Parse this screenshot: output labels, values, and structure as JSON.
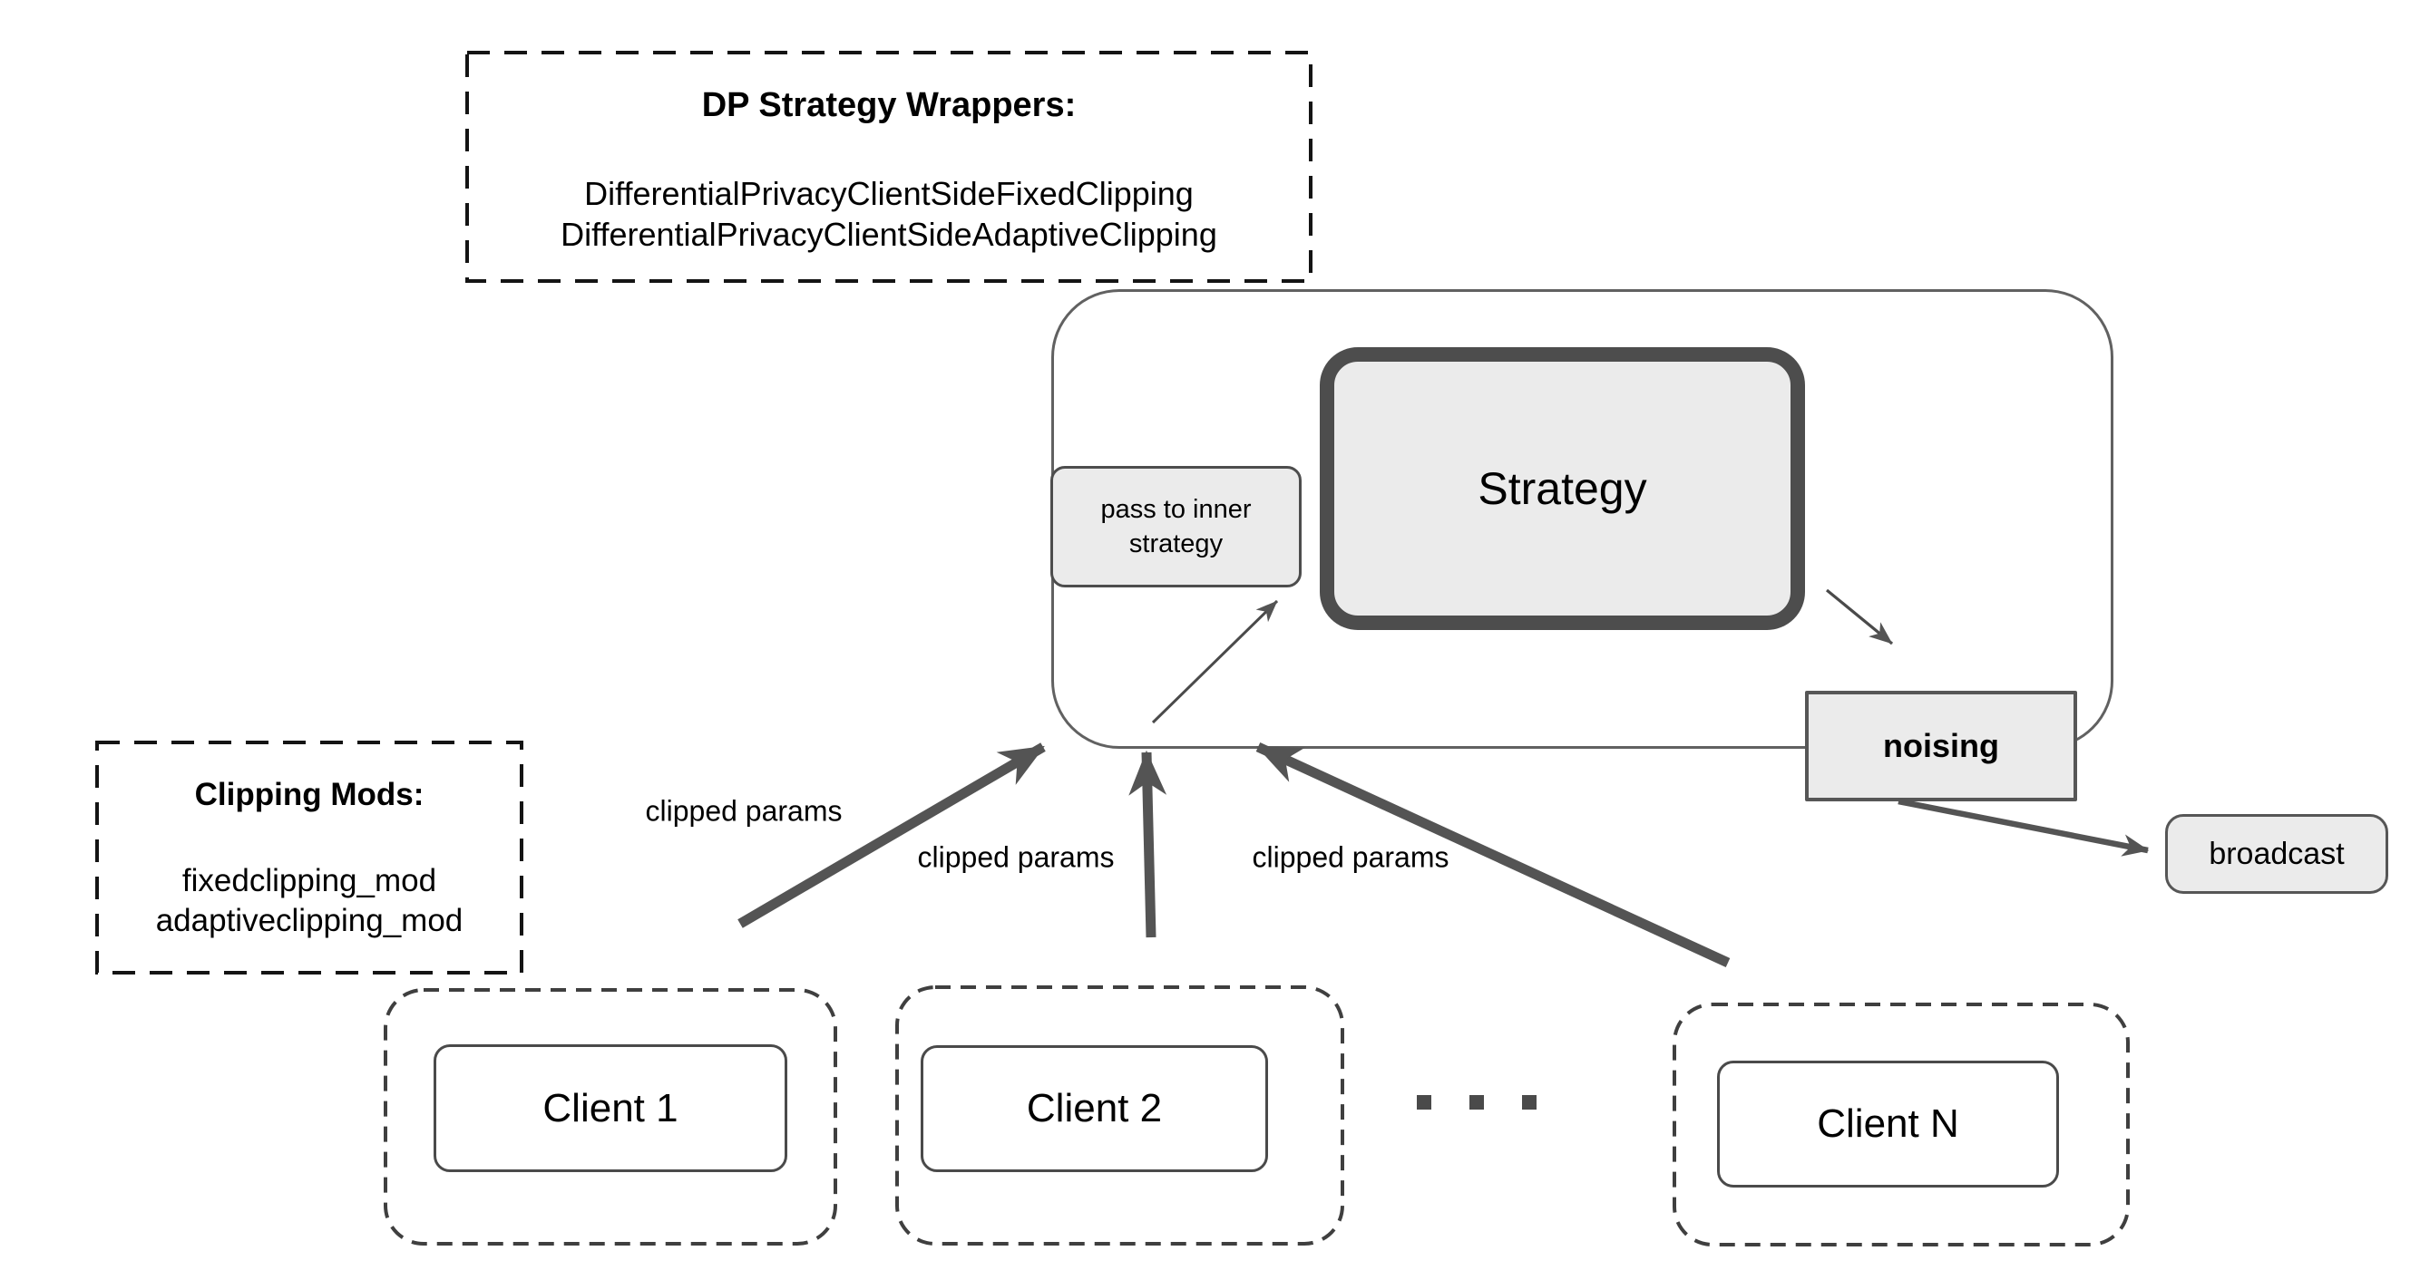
{
  "dp_wrappers": {
    "title": "DP Strategy Wrappers:",
    "lines": [
      "DifferentialPrivacyClientSideFixedClipping",
      "DifferentialPrivacyClientSideAdaptiveClipping"
    ]
  },
  "clipping_mods": {
    "title": "Clipping Mods:",
    "lines": [
      "fixedclipping_mod",
      "adaptiveclipping_mod"
    ]
  },
  "server": {
    "pass_to_inner": "pass to inner strategy",
    "strategy": "Strategy",
    "noising": "noising",
    "broadcast": "broadcast"
  },
  "arrows": {
    "clipped_params": [
      "clipped params",
      "clipped params",
      "clipped params"
    ]
  },
  "clients": [
    {
      "label": "Client 1"
    },
    {
      "label": "Client 2"
    },
    {
      "label": "Client N"
    }
  ],
  "icons": {
    "ellipsis": "ellipsis-dots"
  },
  "colors": {
    "box_fill": "#ebebeb",
    "box_border": "#4d4d4d",
    "server_border": "#616161",
    "dashed_black": "#141414",
    "client_dash": "#3f3f3f",
    "arrow": "#545454",
    "text": "#000000"
  }
}
